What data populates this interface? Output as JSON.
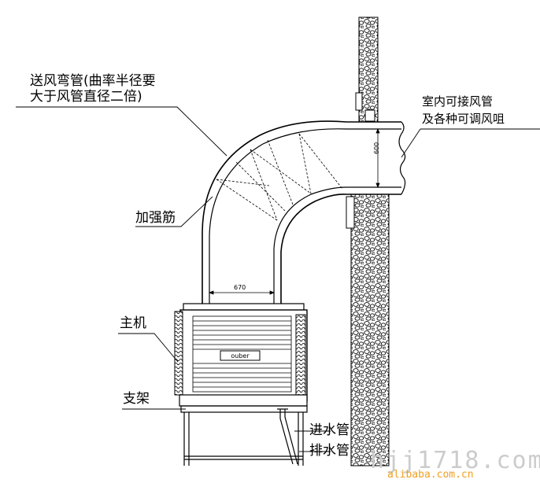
{
  "labels": {
    "bend_pipe_line1": "送风弯管(曲率半径要",
    "bend_pipe_line2": "大于风管直径二倍)",
    "indoor_line1": "室内可接风管",
    "indoor_line2": "及各种可调风咀",
    "rib": "加强筋",
    "main_unit": "主机",
    "stand": "支架",
    "inlet_pipe": "进水管",
    "drain_pipe": "排水管"
  },
  "dimensions": {
    "duct_height": "600",
    "duct_width": "670"
  },
  "unit_brand": "ouber",
  "watermark": {
    "main": "hjj1718.com",
    "sub": "alibaba.com.cn"
  },
  "colors": {
    "line": "#000000",
    "watermark": "#c8c8c8",
    "watermark_sub": "#f0a020"
  }
}
